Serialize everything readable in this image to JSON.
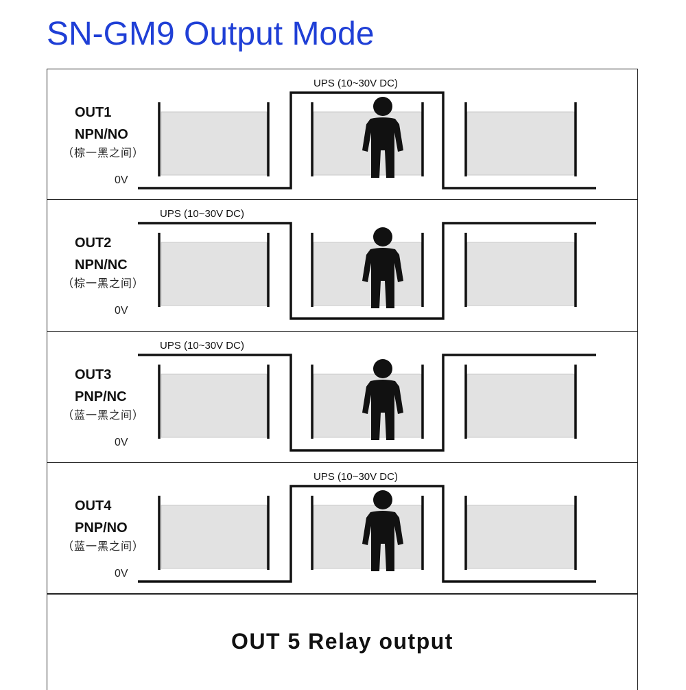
{
  "title": "SN-GM9 Output Mode",
  "outputs": [
    {
      "name": "OUT1",
      "type": "NPN/NO",
      "note": "（棕一黑之间）",
      "low_label": "0V",
      "supply_label": "UPS (10~30V DC)",
      "signal": "pulse-high"
    },
    {
      "name": "OUT2",
      "type": "NPN/NC",
      "note": "（棕一黑之间）",
      "low_label": "0V",
      "supply_label": "UPS (10~30V DC)",
      "signal": "pulse-low"
    },
    {
      "name": "OUT3",
      "type": "PNP/NC",
      "note": "（蓝一黑之间）",
      "low_label": "0V",
      "supply_label": "UPS (10~30V DC)",
      "signal": "pulse-low"
    },
    {
      "name": "OUT4",
      "type": "PNP/NO",
      "note": "（蓝一黑之间）",
      "low_label": "0V",
      "supply_label": "UPS (10~30V DC)",
      "signal": "pulse-high"
    }
  ],
  "relay": {
    "label": "OUT 5 Relay output"
  },
  "colors": {
    "title": "#1f3fd6",
    "beam": "#e2e2e2",
    "line": "#111111"
  },
  "icons": {
    "person": "person-icon"
  }
}
